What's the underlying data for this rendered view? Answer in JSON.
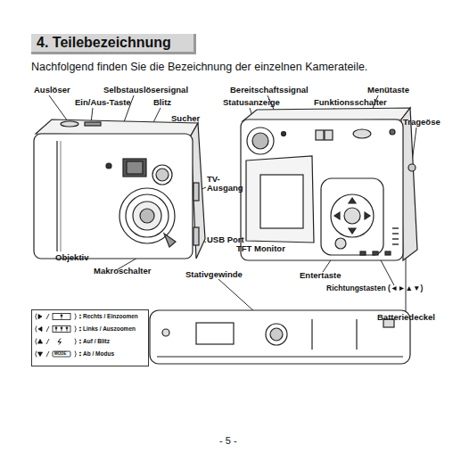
{
  "diagram": {
    "title": "4. Teilebezeichnung",
    "labels": [
      "Nachfolgend finden Sie die Bezeichnung der einzelnen Kamerateile.",
      "Auslöser",
      "Ein/Aus-Taste",
      "Selbstauslösersignal",
      "Blitz",
      "Sucher",
      "Bereitschaftssignal",
      "Statusanzeige",
      "Funktionsschalter",
      "Menütaste",
      "Trageöse",
      "TV- Ausgang",
      "USB Port",
      "TFT Monitor",
      "Objektiv",
      "Makroschalter",
      "Stativgewinde",
      "Entertaste",
      "Richtungstasten (◄►▲▼)",
      "Batteriedeckel",
      "MODE",
      "- 5 -"
    ],
    "legend": [
      {
        "text": "Rechts / Einzoomen"
      },
      {
        "text": "Links / Auszoomen"
      },
      {
        "text": "Auf / Blitz"
      },
      {
        "text": "Ab / Modus"
      }
    ]
  }
}
